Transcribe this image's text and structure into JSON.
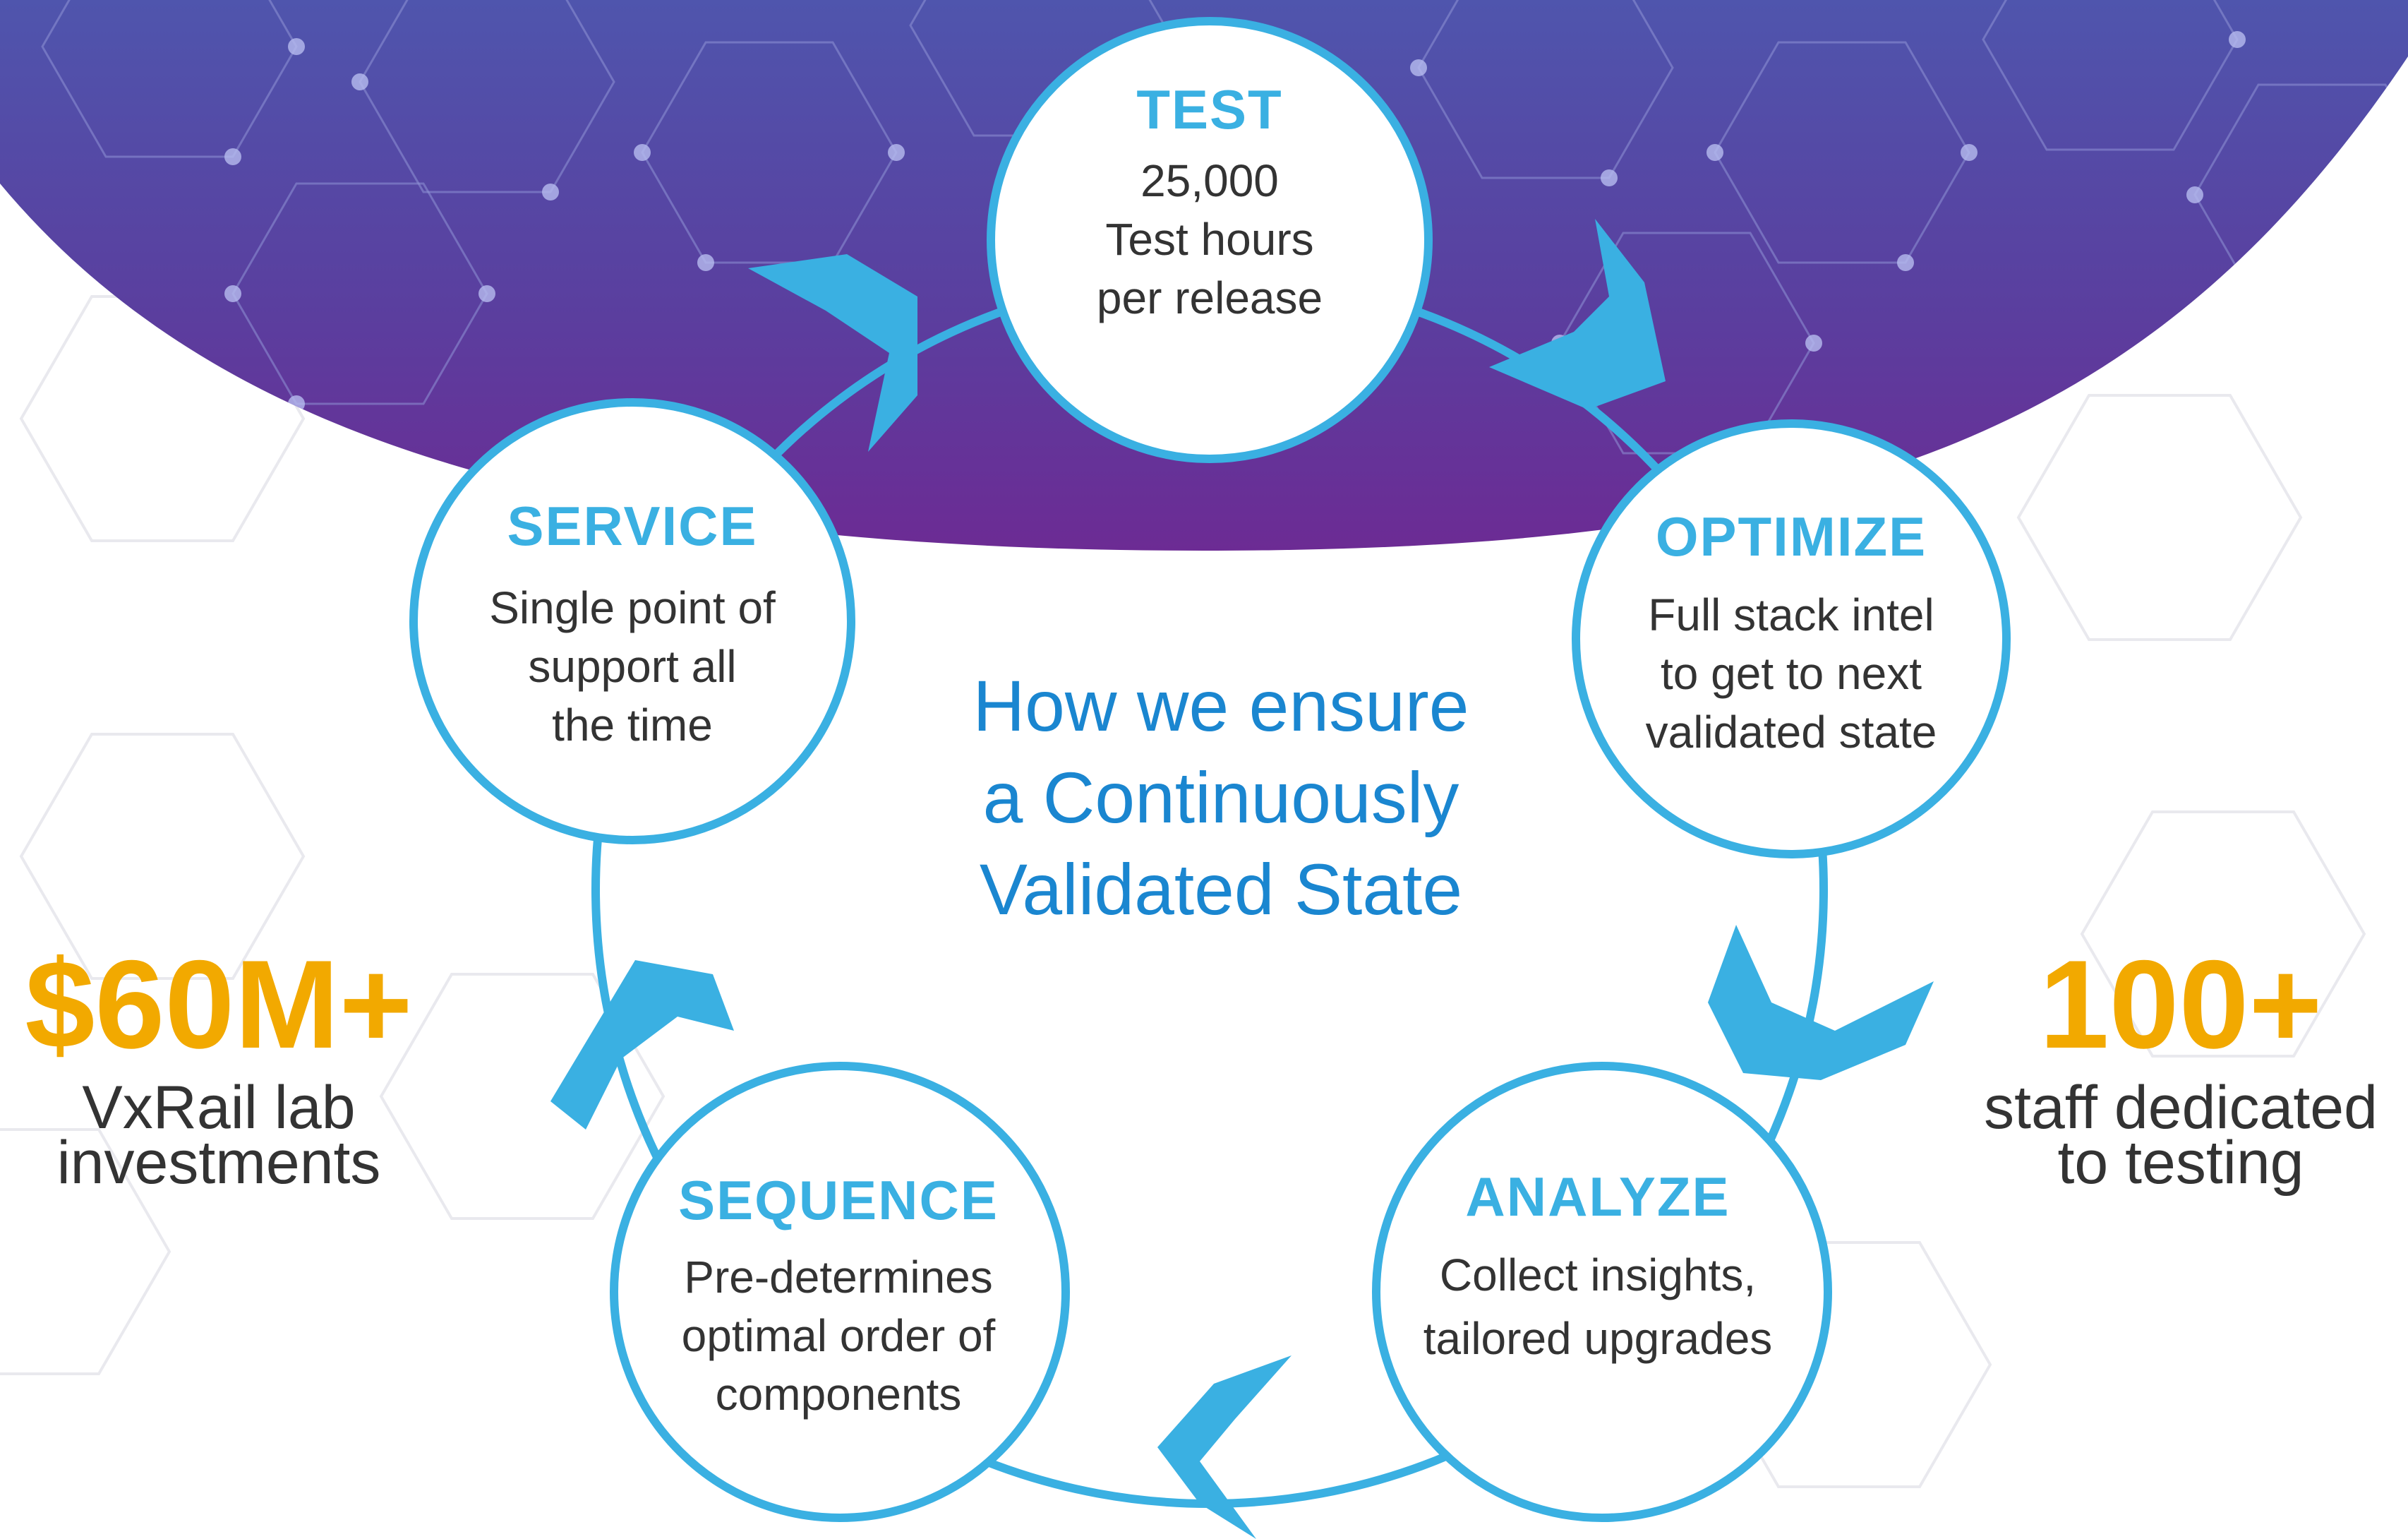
{
  "center": {
    "line1": "How we ensure",
    "line2": "a Continuously",
    "line3": "Validated State"
  },
  "nodes": {
    "test": {
      "title": "TEST",
      "lines": [
        "25,000",
        "Test hours",
        "per release"
      ]
    },
    "optimize": {
      "title": "OPTIMIZE",
      "lines": [
        "Full stack intel",
        "to get to next",
        "validated state"
      ]
    },
    "analyze": {
      "title": "ANALYZE",
      "lines": [
        "Collect insights,",
        "tailored upgrades"
      ]
    },
    "sequence": {
      "title": "SEQUENCE",
      "lines": [
        "Pre-determines",
        "optimal order of",
        "components"
      ]
    },
    "service": {
      "title": "SERVICE",
      "lines": [
        "Single point of",
        "support all",
        "the time"
      ]
    }
  },
  "stats": {
    "left": {
      "value": "$60M+",
      "label1": "VxRail lab",
      "label2": "investments"
    },
    "right": {
      "value": "100+",
      "label1": "staff dedicated",
      "label2": "to testing"
    }
  },
  "colors": {
    "cycle_blue": "#3ab0e2",
    "center_blue": "#1a86d0",
    "stat_gold": "#f2a900",
    "purple_top": "#5350a8",
    "purple_bottom": "#6a2e95"
  }
}
